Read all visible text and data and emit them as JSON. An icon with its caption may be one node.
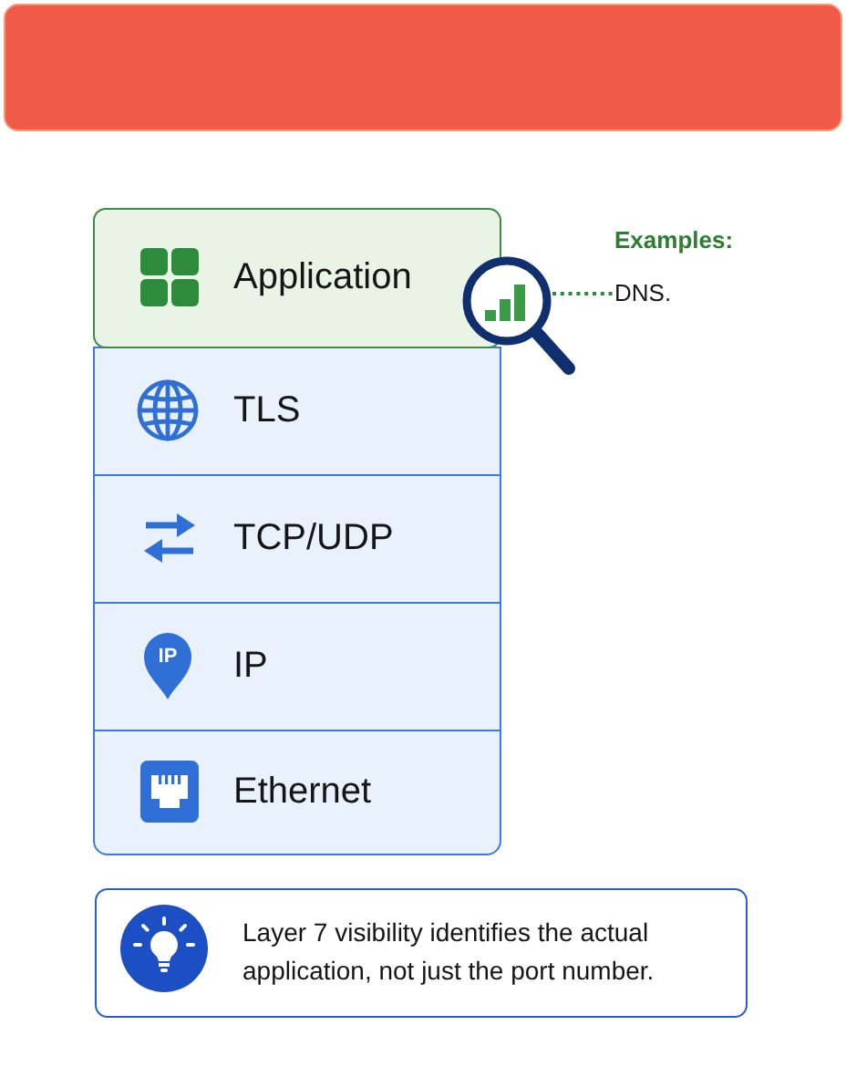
{
  "diagram": {
    "nodes": [
      {
        "text": [],
        "shape": "box"
      },
      {
        "text": [
          "Application"
        ]
      },
      {
        "text": [],
        "shape": "picture"
      },
      {
        "text": [
          "Examples:",
          "DNS."
        ]
      },
      {
        "text": [
          "TLS"
        ]
      },
      {
        "text": [
          "TCP/UDP"
        ]
      },
      {
        "text": [
          "IP",
          "IP"
        ]
      },
      {
        "text": [
          "Ethernet"
        ]
      },
      {
        "text": [
          "Layer 7 visibility identifies the actual application, not just the port number."
        ]
      }
    ],
    "edges": [
      {
        "from": 2,
        "to": 3,
        "arrow": "none",
        "style": "dashed",
        "color": "#2e8b3c"
      }
    ]
  }
}
